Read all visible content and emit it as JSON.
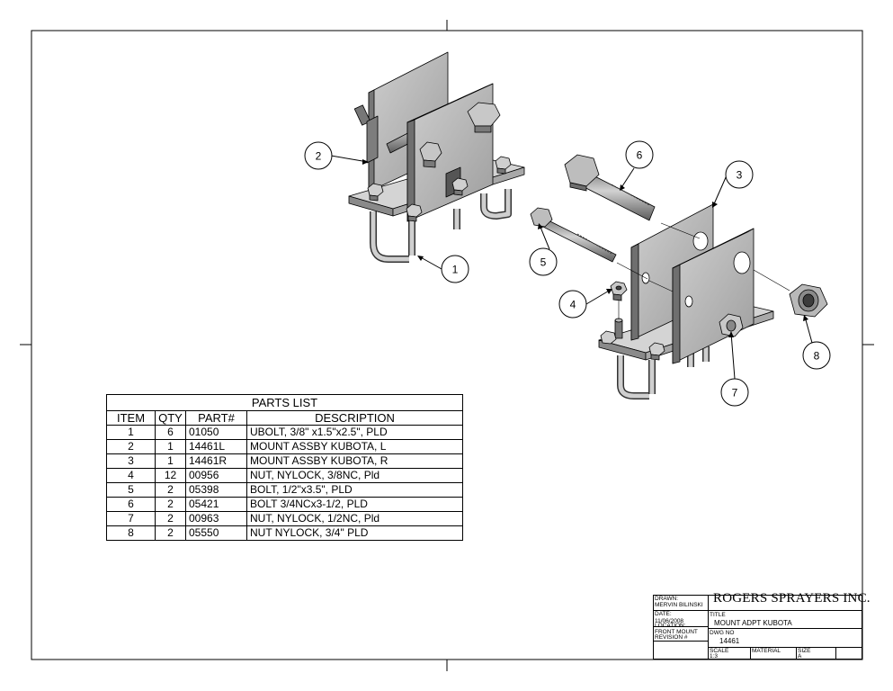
{
  "parts_list": {
    "title": "PARTS LIST",
    "headers": [
      "ITEM",
      "QTY",
      "PART#",
      "DESCRIPTION"
    ],
    "rows": [
      {
        "item": "1",
        "qty": "6",
        "part": "01050",
        "description": "UBOLT, 3/8\" x1.5\"x2.5\", PLD"
      },
      {
        "item": "2",
        "qty": "1",
        "part": "14461L",
        "description": "MOUNT ASSBY KUBOTA, L"
      },
      {
        "item": "3",
        "qty": "1",
        "part": "14461R",
        "description": "MOUNT ASSBY KUBOTA, R"
      },
      {
        "item": "4",
        "qty": "12",
        "part": "00956",
        "description": "NUT, NYLOCK, 3/8NC, Pld"
      },
      {
        "item": "5",
        "qty": "2",
        "part": "05398",
        "description": "BOLT, 1/2\"x3.5\", PLD"
      },
      {
        "item": "6",
        "qty": "2",
        "part": "05421",
        "description": "BOLT 3/4NCx3-1/2, PLD"
      },
      {
        "item": "7",
        "qty": "2",
        "part": "00963",
        "description": "NUT, NYLOCK, 1/2NC, Pld"
      },
      {
        "item": "8",
        "qty": "2",
        "part": "05550",
        "description": "NUT NYLOCK, 3/4\" PLD"
      }
    ]
  },
  "balloons": [
    "1",
    "2",
    "3",
    "4",
    "5",
    "6",
    "7",
    "8"
  ],
  "title_block": {
    "drawn_label": "DRAWN:",
    "drawn_value": "MERVIN BILINSKI",
    "date_label": "DATE:",
    "date_value": "11/06/2008",
    "location_label": "LOCATION:",
    "location_value": "FRONT MOUNT",
    "revision_label": "REVISION #",
    "company": "ROGERS SPRAYERS INC.",
    "title_label": "TITLE",
    "title_value": "MOUNT ADPT KUBOTA",
    "dwg_label": "DWG NO",
    "dwg_value": "14461",
    "scale_label": "SCALE",
    "scale_value": "1:3",
    "material_label": "MATERIAL",
    "size_label": "SIZE",
    "size_value": "A"
  },
  "colors": {
    "line": "#000000",
    "steel_light": "#c9c9c9",
    "steel_mid": "#9a9a9a",
    "steel_dark": "#5e5e5e"
  }
}
